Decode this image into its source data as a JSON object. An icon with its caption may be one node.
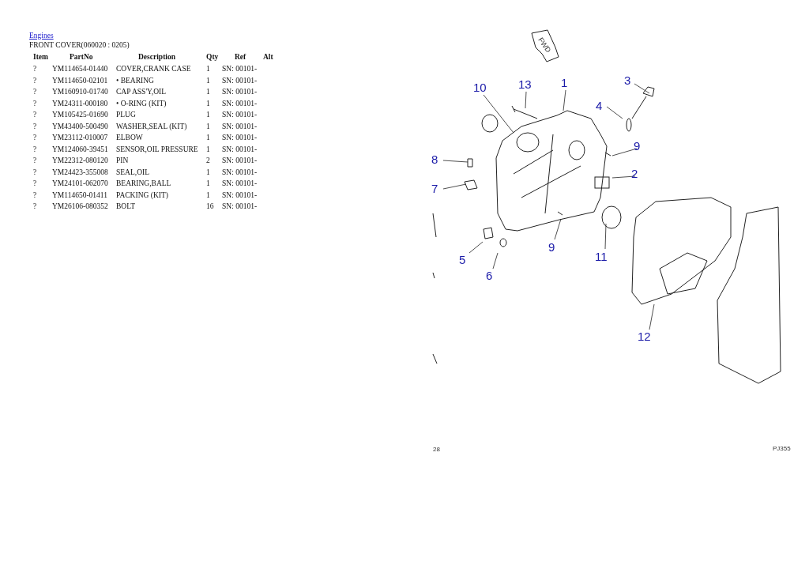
{
  "diagram": {
    "title": "FRONT COVER(060020 : 0205)",
    "nodes": [
      {
        "text": [
          "10"
        ]
      },
      {
        "text": [
          "13"
        ]
      },
      {
        "text": [
          "1"
        ]
      },
      {
        "text": [
          "3"
        ]
      },
      {
        "text": [
          "4"
        ]
      },
      {
        "text": [
          "9"
        ]
      },
      {
        "text": [
          "2"
        ]
      },
      {
        "text": [
          "8"
        ]
      },
      {
        "text": [
          "7"
        ]
      },
      {
        "text": [
          "5"
        ]
      },
      {
        "text": [
          "6"
        ]
      },
      {
        "text": [
          "9"
        ]
      },
      {
        "text": [
          "11"
        ]
      },
      {
        "text": [
          "12"
        ]
      }
    ],
    "edges": [
      {
        "from": 0,
        "to": null,
        "arrow": "none"
      },
      {
        "from": 1,
        "to": null,
        "arrow": "none"
      },
      {
        "from": 2,
        "to": null,
        "arrow": "none"
      },
      {
        "from": 3,
        "to": null,
        "arrow": "none"
      },
      {
        "from": 4,
        "to": null,
        "arrow": "none"
      },
      {
        "from": 5,
        "to": null,
        "arrow": "none"
      },
      {
        "from": 6,
        "to": null,
        "arrow": "none"
      },
      {
        "from": 7,
        "to": null,
        "arrow": "none"
      },
      {
        "from": 8,
        "to": null,
        "arrow": "none"
      },
      {
        "from": 9,
        "to": null,
        "arrow": "none"
      },
      {
        "from": 10,
        "to": null,
        "arrow": "none"
      },
      {
        "from": 11,
        "to": null,
        "arrow": "none"
      },
      {
        "from": 12,
        "to": null,
        "arrow": "none"
      },
      {
        "from": 13,
        "to": null,
        "arrow": "none"
      }
    ],
    "labels": [
      "Engines",
      "Item",
      "PartNo",
      "Description",
      "Qty",
      "Ref",
      "Alt",
      "?",
      "YM114654-01440",
      "COVER,CRANK CASE",
      "1",
      "SN: 00101-",
      "?",
      "YM114650-02101",
      "• BEARING",
      "1",
      "SN: 00101-",
      "?",
      "YM160910-01740",
      "CAP ASS'Y,OIL",
      "1",
      "SN: 00101-",
      "?",
      "YM24311-000180",
      "• O-RING (KIT)",
      "1",
      "SN: 00101-",
      "?",
      "YM105425-01690",
      "PLUG",
      "1",
      "SN: 00101-",
      "?",
      "YM43400-500490",
      "WASHER,SEAL (KIT)",
      "1",
      "SN: 00101-",
      "?",
      "YM23112-010007",
      "ELBOW",
      "1",
      "SN: 00101-",
      "?",
      "YM124060-39451",
      "SENSOR,OIL PRESSURE",
      "1",
      "SN: 00101-",
      "?",
      "YM22312-080120",
      "PIN",
      "2",
      "SN: 00101-",
      "?",
      "YM24423-355008",
      "SEAL,OIL",
      "1",
      "SN: 00101-",
      "?",
      "YM24101-062070",
      "BEARING,BALL",
      "1",
      "SN: 00101-",
      "?",
      "YM114650-01411",
      "PACKING (KIT)",
      "1",
      "SN: 00101-",
      "?",
      "YM26106-080352",
      "BOLT",
      "16",
      "SN: 00101-",
      "FWD",
      "28",
      "PJ355"
    ]
  }
}
